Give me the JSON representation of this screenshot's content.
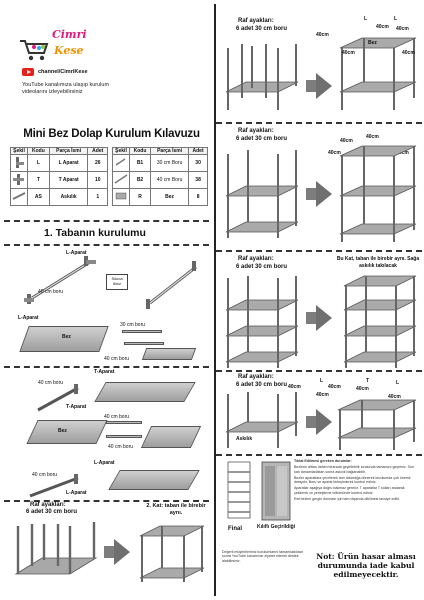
{
  "brand": {
    "name_line1": "Cimri",
    "name_line2": "Kese",
    "channel": "channel/CimriKese",
    "description": "YouTube kanalımıza ulaşıp kurulum videolarını izleyebilirsiniz"
  },
  "title": "Mini Bez Dolap Kurulum Kılavuzu",
  "parts_table_left": {
    "headers": [
      "Şekil",
      "Kodu",
      "Parça İsmi",
      "Adet"
    ],
    "rows": [
      {
        "code": "L",
        "name": "L Aparat",
        "qty": "26"
      },
      {
        "code": "T",
        "name": "T Aparat",
        "qty": "10"
      },
      {
        "code": "AS",
        "name": "Askılık",
        "qty": "1"
      }
    ]
  },
  "parts_table_right": {
    "headers": [
      "Şekil",
      "Kodu",
      "Parça İsmi",
      "Adet"
    ],
    "rows": [
      {
        "code": "B1",
        "name": "30 cm Boru",
        "qty": "30"
      },
      {
        "code": "B2",
        "name": "40 cm Boru",
        "qty": "38"
      },
      {
        "code": "R",
        "name": "Bez",
        "qty": "8"
      }
    ]
  },
  "step1": {
    "title": "1.  Tabanın kurulumu",
    "labels": {
      "l_aparat": "L-Aparat",
      "rod_40": "40 cm boru",
      "note_box": "Sıkıca itiniz",
      "l_aparat_2": "L-Aparat",
      "bez": "Bez",
      "bez_2": "Bez",
      "rod_30": "30 cm boru",
      "rod_40_b": "40 cm boru",
      "t_aparat": "T-Aparat",
      "rod_40_c": "40 cm boru",
      "t_aparat_2": "T-Aparat",
      "rod_40_d": "40 cm boru",
      "rod_40_e": "40 cm boru",
      "l_aparat_3": "L-Aparat",
      "rod_40_f": "40 cm boru",
      "l_aparat_4": "L-Aparat",
      "raf_ayaklari": "Raf ayakları:",
      "six_rods": "6 adet 30 cm boru",
      "step2": "2. Kat: taban ile birebir aynı."
    }
  },
  "right_panels": [
    {
      "heading": "Raf ayakları:",
      "sub": "6 adet 30 cm boru",
      "labels": [
        "L",
        "40cm",
        "L",
        "40cm",
        "40cm",
        "Bez",
        "40cm",
        "40cm"
      ]
    },
    {
      "heading": "Raf ayakları:",
      "sub": "6 adet 30 cm boru",
      "labels": [
        "40cm",
        "40cm",
        "40cm",
        "40cm"
      ]
    },
    {
      "heading": "Raf ayakları:",
      "sub": "6 adet 30 cm boru",
      "right_note": "Bu Kat, taban ile birebir aynı. Sağa askılık takılacak"
    },
    {
      "heading": "Raf ayakları:",
      "sub": "6 adet 30 cm boru",
      "labels": [
        "L",
        "40cm",
        "T",
        "40cm",
        "L",
        "40cm",
        "40cm",
        "40cm",
        "Askılık"
      ]
    }
  ],
  "final": {
    "label_final": "Final",
    "label_kilif": "Kılıflı Geçirildiği",
    "bullets": [
      "Tıklat Edilmesi gereken durumlar:",
      "Bezlerin alttan üstten birarada geçirilebilir sırasında tamamını geçiriniz. Son katı tamamladıktan sonra askılık bağlanabilir.",
      "Bezler aparatlara çevrilerek tam tabanlığa dönerek kurulumda çok önemli detaydır. Boru ve aparat birleşimlerini kontrol ediniz.",
      "Aparatlar aşağıya doğru bakmaz gerekir. T aparatlar T kolları aralarak çekilerek ve yerleştirme bölümünde kontrol ediniz.",
      "Raf bezleri gergin durması için tam dışarıda dikilmesi tavsiye edilir."
    ],
    "warning": "Not: Ürün hasar alması durumunda iade kabul edilmeyecektir.",
    "small_note": "Değerli müşterilerimiz kurulumlarını tamamladıktan sonra YouTube kanalımızı ziyaret ederek destek alabilirsiniz."
  }
}
